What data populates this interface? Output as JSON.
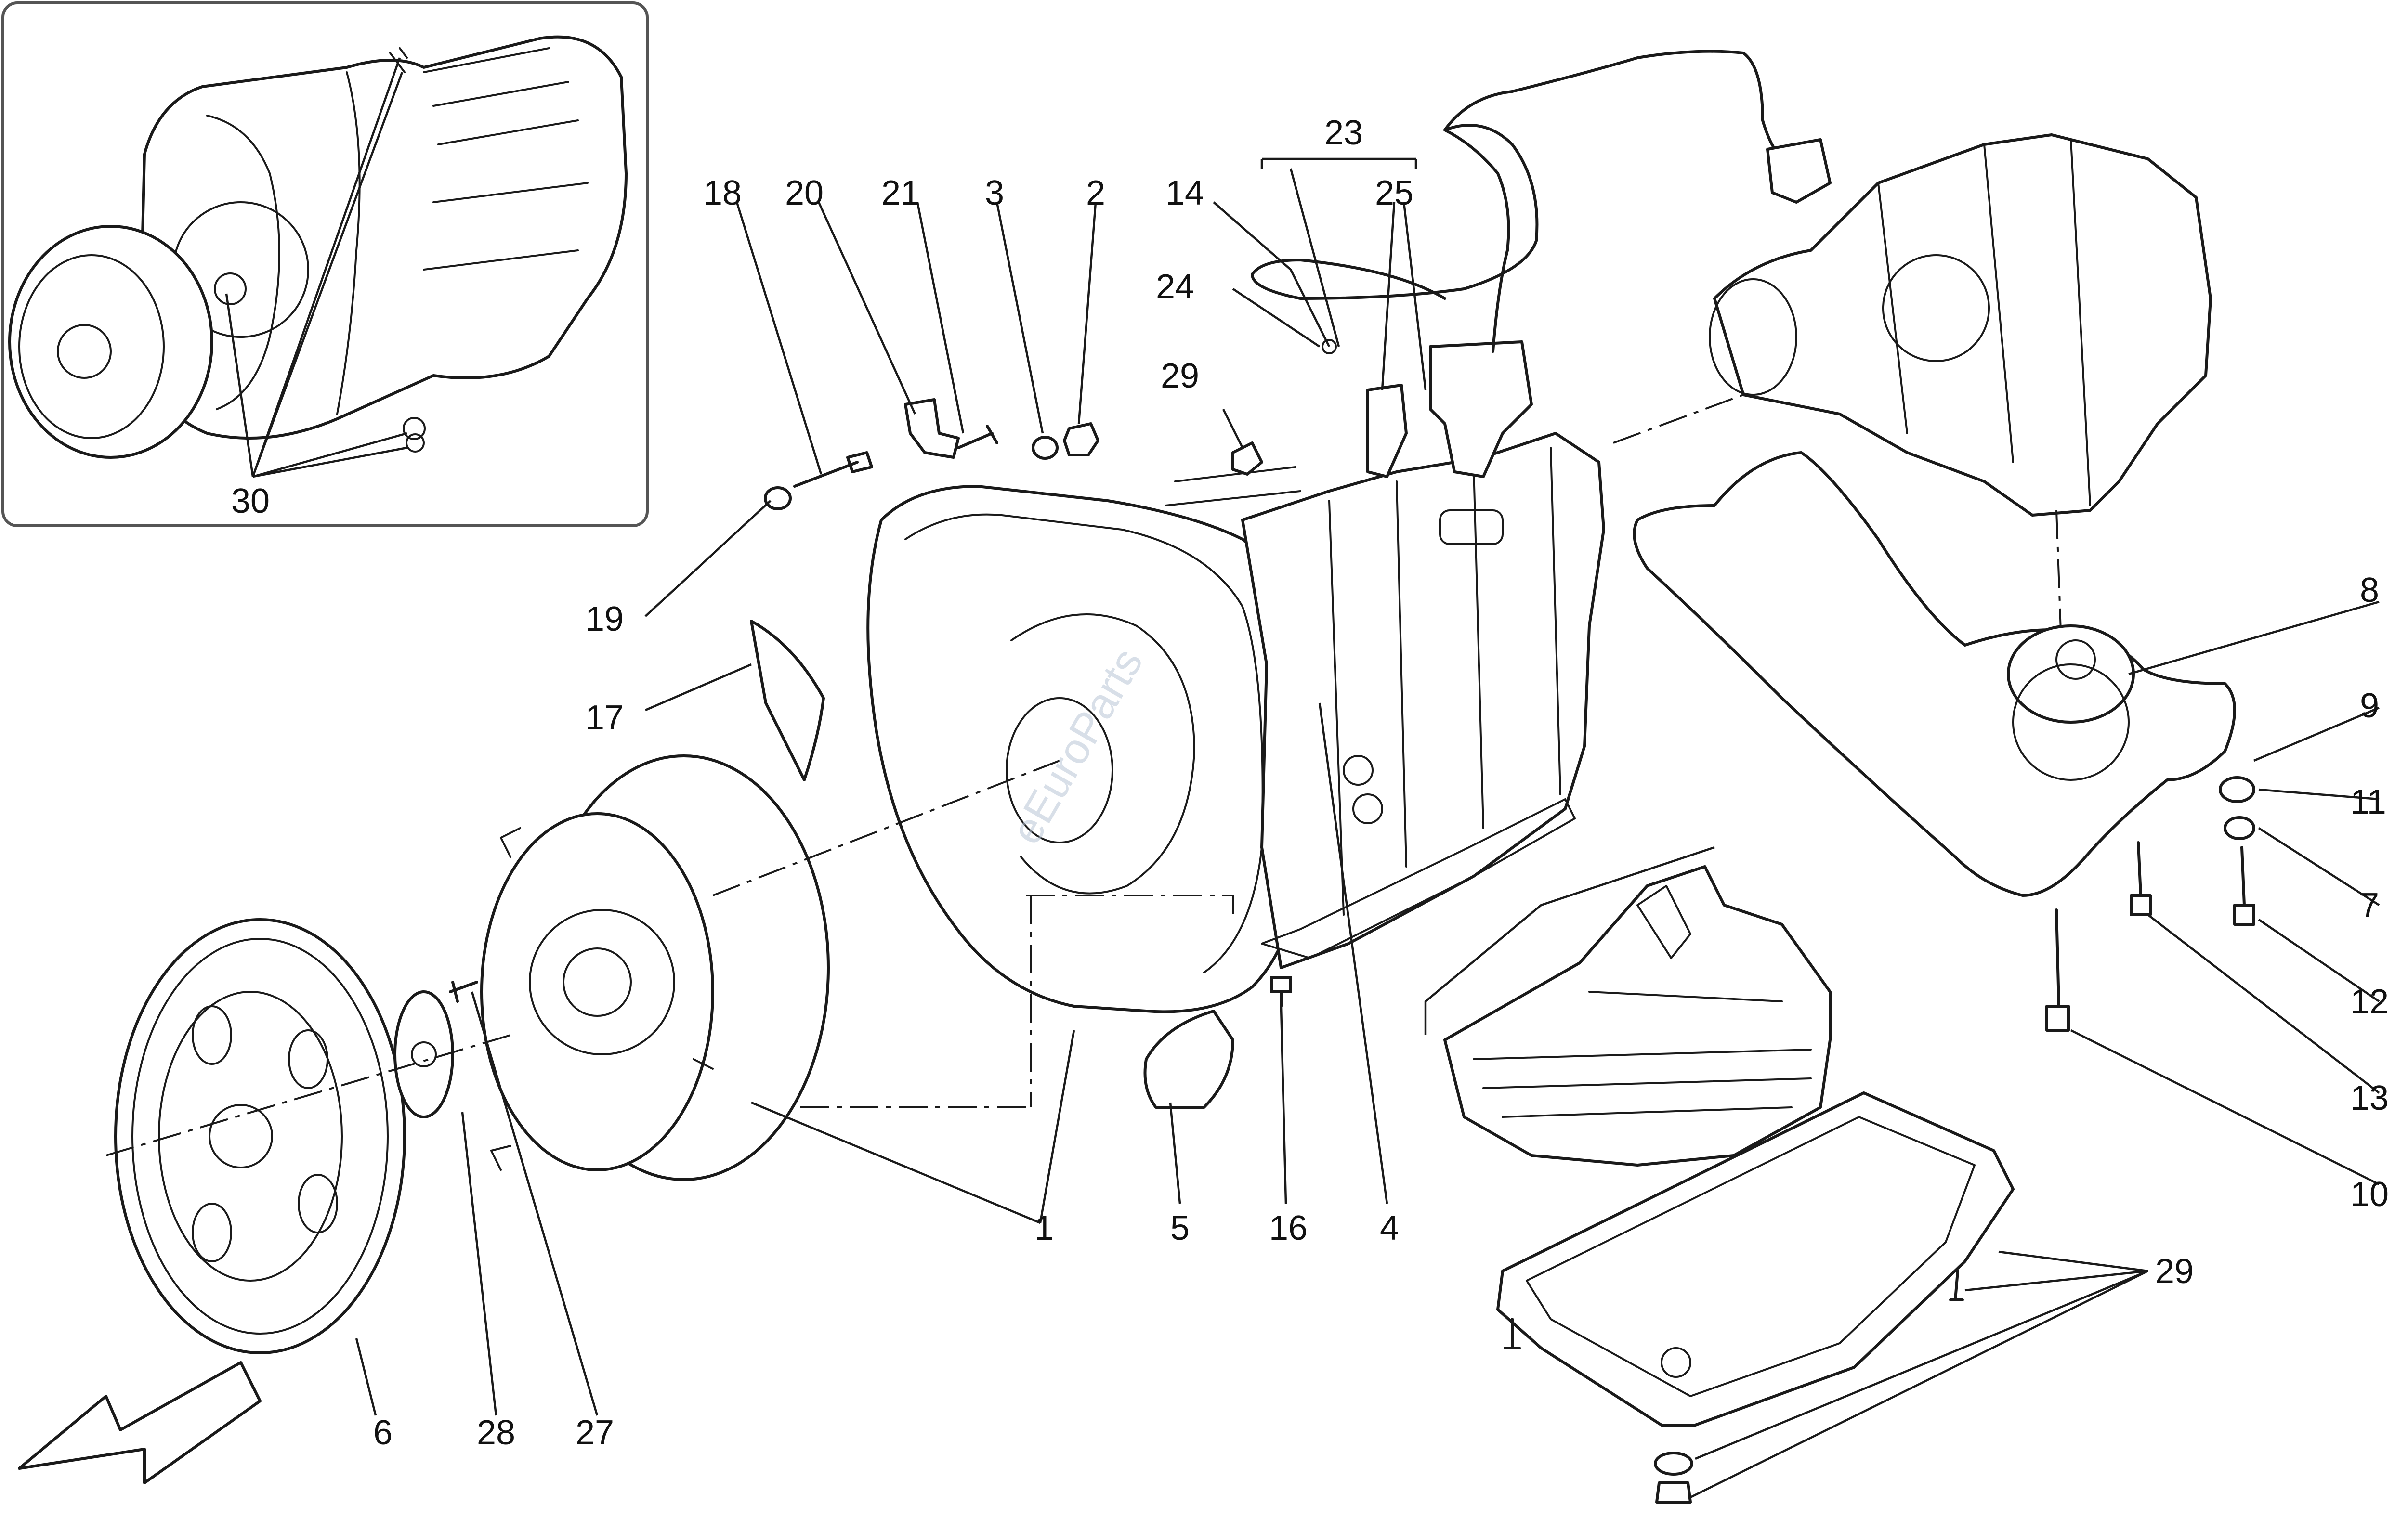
{
  "diagram": {
    "type": "exploded-parts-diagram",
    "callouts": {
      "c1": "1",
      "c2": "2",
      "c3": "3",
      "c4": "4",
      "c5": "5",
      "c6": "6",
      "c7": "7",
      "c8": "8",
      "c9": "9",
      "c10": "10",
      "c11": "11",
      "c12": "12",
      "c13": "13",
      "c14": "14",
      "c16": "16",
      "c17": "17",
      "c18": "18",
      "c19": "19",
      "c20": "20",
      "c21": "21",
      "c23": "23",
      "c24": "24",
      "c25": "25",
      "c27": "27",
      "c28": "28",
      "c29a": "29",
      "c29b": "29",
      "c30": "30"
    },
    "watermark": "eEuroParts"
  },
  "colors": {
    "line": "#1a1a1a",
    "background": "#ffffff",
    "inset_border": "#555555"
  }
}
